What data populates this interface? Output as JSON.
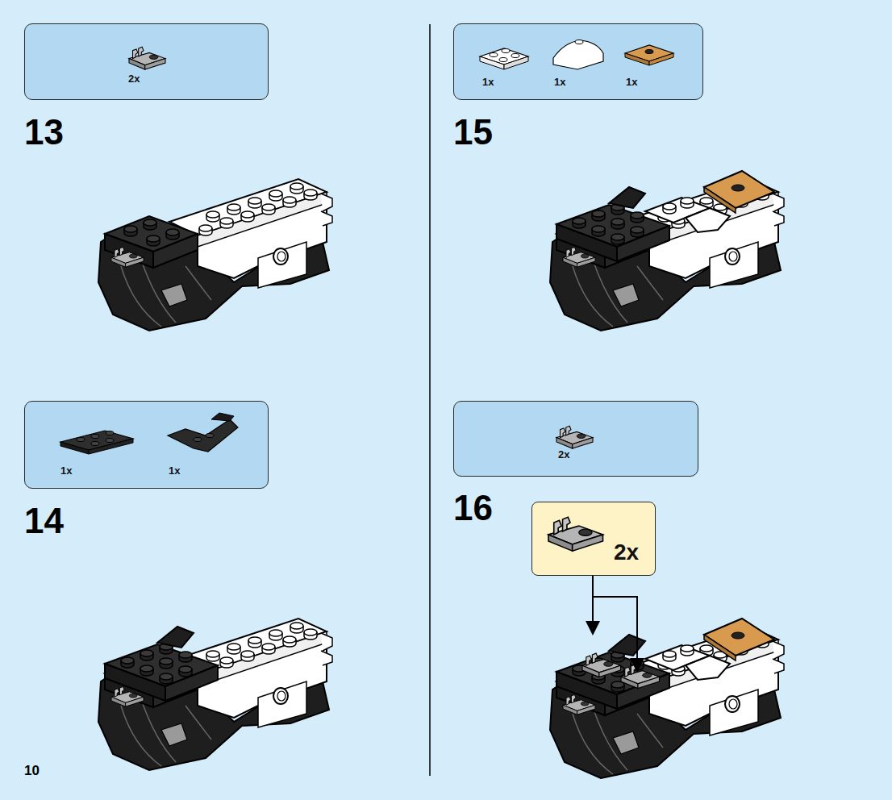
{
  "diagram": {
    "nodes": [
      {
        "text": [
          "2x"
        ]
      },
      {
        "text": [
          "1x",
          "1x"
        ]
      },
      {
        "text": [
          "1x",
          "1x",
          "1x"
        ]
      },
      {
        "text": [
          "2x"
        ]
      },
      {
        "text": [
          "2x"
        ]
      }
    ],
    "labels": [
      "13",
      "14",
      "15",
      "16",
      "10"
    ]
  }
}
